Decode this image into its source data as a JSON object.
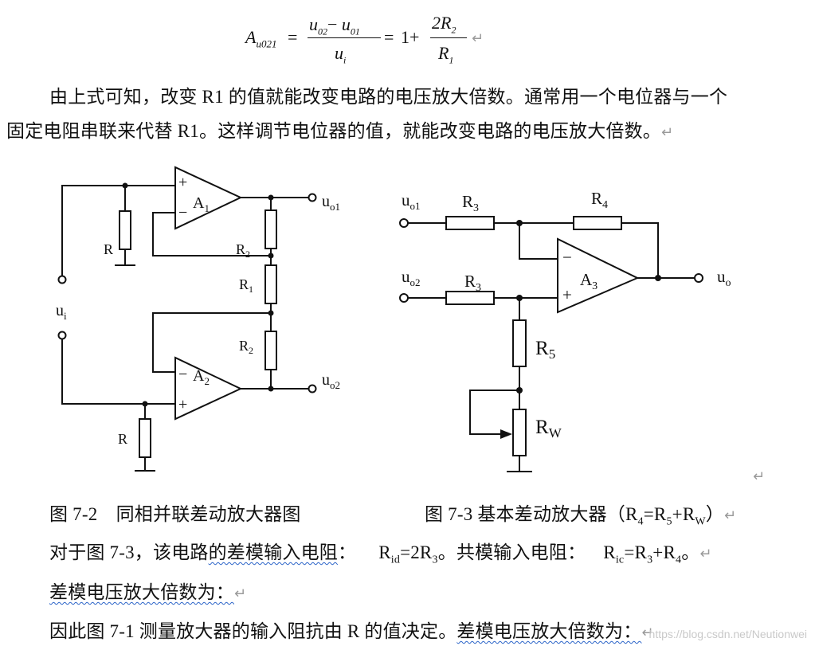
{
  "formula": {
    "lhs": "A",
    "lhs_sub": "u021",
    "eq1": "=",
    "num_a": "u",
    "num_a_sub": "02",
    "minus": "−",
    "num_b": "u",
    "num_b_sub": "01",
    "den": "u",
    "den_sub": "i",
    "eq2": "=",
    "one_plus": "1+",
    "frac2_num": "2R",
    "frac2_num_sub": "2",
    "frac2_den": "R",
    "frac2_den_sub": "1",
    "return_mark": "↵"
  },
  "paragraph1": {
    "line1": "由上式可知，改变 R1 的值就能改变电路的电压放大倍数。通常用一个电位器与一个",
    "line2": "固定电阻串联来代替 R1。这样调节电位器的值，就能改变电路的电压放大倍数。",
    "return_mark": "↵"
  },
  "figure_7_2": {
    "labels": {
      "A1": "A",
      "A1_sub": "1",
      "A2": "A",
      "A2_sub": "2",
      "plus": "+",
      "minus": "−",
      "R_top": "R",
      "R_bottom": "R",
      "R2_top": "R",
      "R2_top_sub": "2",
      "R1": "R",
      "R1_sub": "1",
      "R2_bottom": "R",
      "R2_bottom_sub": "2",
      "ui": "u",
      "ui_sub": "i",
      "uo1": "u",
      "uo1_sub": "o1",
      "uo2": "u",
      "uo2_sub": "o2"
    },
    "caption": "图 7-2　同相并联差动放大器图"
  },
  "figure_7_3": {
    "labels": {
      "uo1": "u",
      "uo1_sub": "o1",
      "uo2": "u",
      "uo2_sub": "o2",
      "R3_top": "R",
      "R3_top_sub": "3",
      "R3_bottom": "R",
      "R3_bottom_sub": "3",
      "R4": "R",
      "R4_sub": "4",
      "A3": "A",
      "A3_sub": "3",
      "plus": "+",
      "minus": "−",
      "uo": "u",
      "uo_sub": "o",
      "R5": "R",
      "R5_sub": "5",
      "RW": "R",
      "RW_sub": "W"
    },
    "caption_main": "图 7-3  基本差动放大器（",
    "caption_r4": "R",
    "caption_r4_sub": "4",
    "caption_eq": "=",
    "caption_r5": "R",
    "caption_r5_sub": "5",
    "caption_plus": "+",
    "caption_rw": "R",
    "caption_rw_sub": "W",
    "caption_close": "）",
    "return_mark": "↵",
    "stray_return": "↵"
  },
  "paragraph2": {
    "prefix": "对于图 7-3，该电路",
    "wavy": "的差模输入电阻",
    "colon": "：",
    "rid": "R",
    "rid_sub": "id",
    "rid_eq": "=2R",
    "rid_sub2": "3",
    "mid": "。共模输入电阻：",
    "ric": "R",
    "ric_sub": "ic",
    "ric_eq": "=R",
    "ric_sub2": "3",
    "ric_plus": "+R",
    "ric_sub3": "4",
    "end": "。",
    "return_mark": "↵"
  },
  "paragraph3": {
    "text": "差模电压放大倍数为：",
    "return_mark": "↵"
  },
  "paragraph4": {
    "normal": "因此图 7-1 测量放大器的输入阻抗由 R 的值决定。",
    "wavy": "差模电压放大倍数为：",
    "return_mark": "↵"
  },
  "watermark": "https://blog.csdn.net/Neutionwei"
}
